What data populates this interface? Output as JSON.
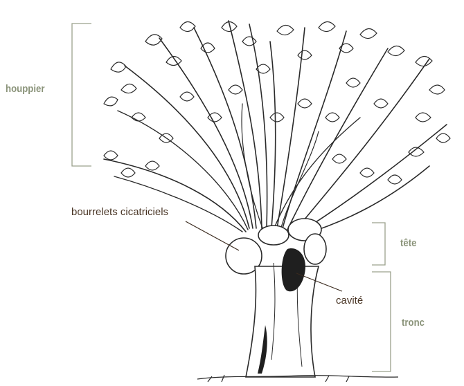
{
  "labels": {
    "houppier": "houppier",
    "tete": "tête",
    "tronc": "tronc",
    "bourrelets": "bourrelets cicatriciels",
    "cavite": "cavité"
  },
  "colors": {
    "section_label": "#8a9379",
    "callout_label": "#4a3626",
    "bracket": "#9aa08c",
    "ink": "#2a2a2a",
    "leader_line": "#3a2a1e"
  },
  "illustration": {
    "subject": "pollarded-willow-tree",
    "icon": "tree-sketch"
  }
}
